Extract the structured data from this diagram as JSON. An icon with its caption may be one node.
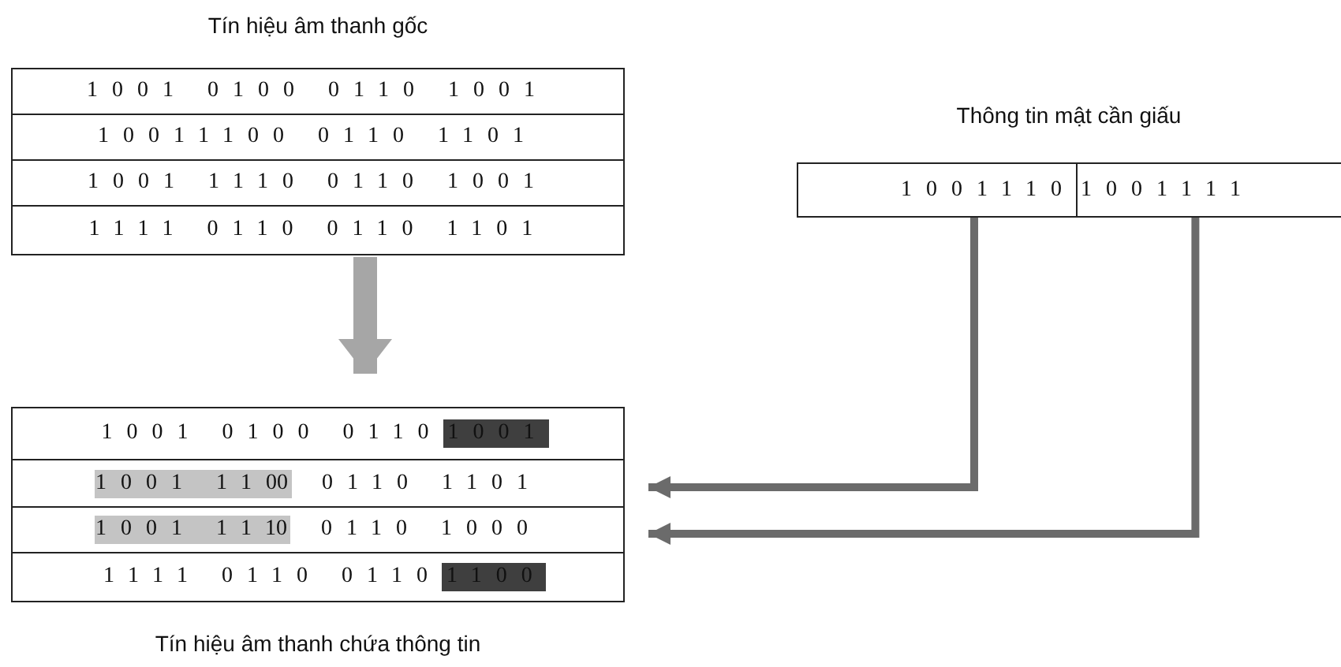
{
  "diagram": {
    "nodes": [
      {
        "text": [
          "Tín hiệu âm thanh gốc"
        ]
      },
      {
        "text": [
          "1001 0100 0110 1001"
        ],
        "in": 0
      },
      {
        "text": [
          "10011100 0110 1101"
        ],
        "in": 0
      },
      {
        "text": [
          "1001 1110 0110 1001"
        ],
        "in": 0
      },
      {
        "text": [
          "1111 0110 0110 1101"
        ],
        "in": 0
      },
      {
        "text": [
          "Tín hiệu âm thanh chứa thông tin"
        ]
      },
      {
        "text": [
          "1001 0100 0110"
        ],
        "in": 5
      },
      {
        "text": [
          "1001"
        ],
        "in": 6
      },
      {
        "text": [
          "0 0110 1101"
        ],
        "in": 5
      },
      {
        "text": [
          "1001 110"
        ],
        "in": 8
      },
      {
        "text": [
          "0 0110 1000"
        ],
        "in": 5
      },
      {
        "text": [
          "1001 111"
        ],
        "in": 10
      },
      {
        "text": [
          "1111 0110 0110"
        ],
        "in": 5
      },
      {
        "text": [
          "1100"
        ],
        "in": 12
      },
      {
        "text": [
          "Thông tin mật cần giấu"
        ]
      },
      {
        "text": [
          "1001110"
        ],
        "in": 14
      },
      {
        "text": [
          "1001111"
        ],
        "in": 14
      }
    ],
    "edges": [
      {
        "from": 0,
        "to": 5,
        "arrow": "to",
        "style": "thick",
        "color": "#a6a6a6"
      },
      {
        "from": 15,
        "to": 8,
        "arrow": "to"
      },
      {
        "from": 16,
        "to": 10,
        "arrow": "to"
      }
    ]
  }
}
